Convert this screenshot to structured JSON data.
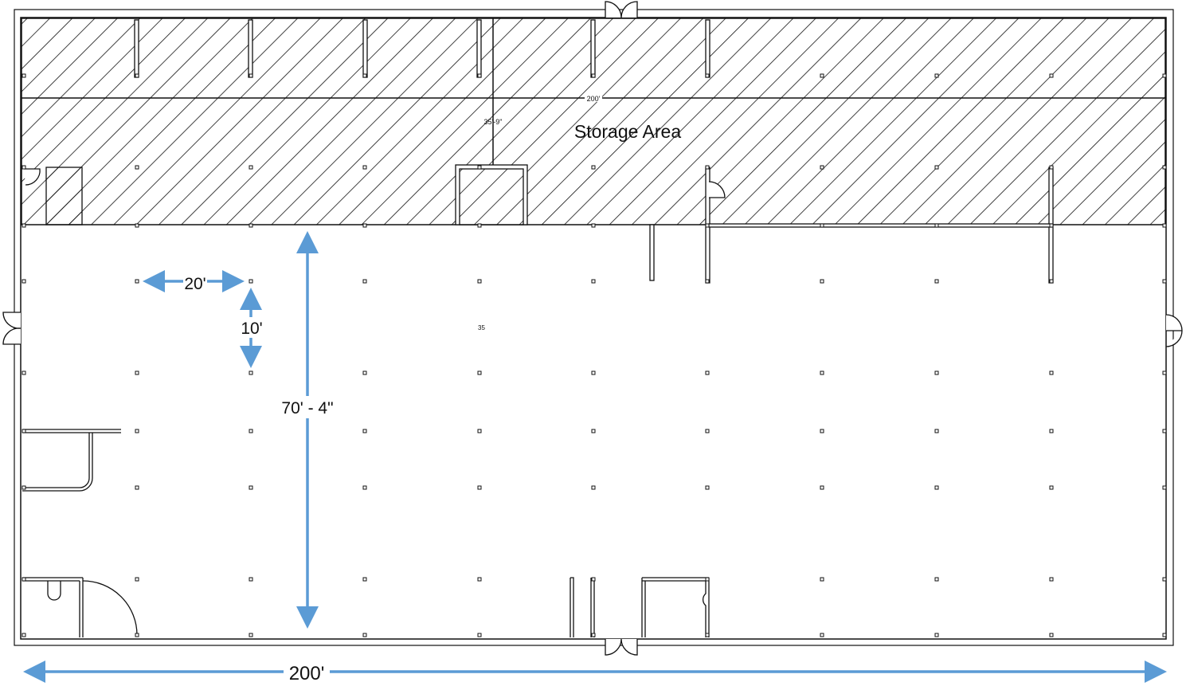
{
  "plan": {
    "storage_label": "Storage Area",
    "inner_dim_width": "200'",
    "inner_dim_depth": "35'-9\"",
    "inner_dim_fragment": "35"
  },
  "dimensions": {
    "bay_width": "20'",
    "bay_depth": "10'",
    "open_depth": "70' - 4\"",
    "overall_width": "200'"
  },
  "colors": {
    "arrow": "#5b9bd5",
    "wall": "#111111",
    "hatch": "#111111"
  }
}
